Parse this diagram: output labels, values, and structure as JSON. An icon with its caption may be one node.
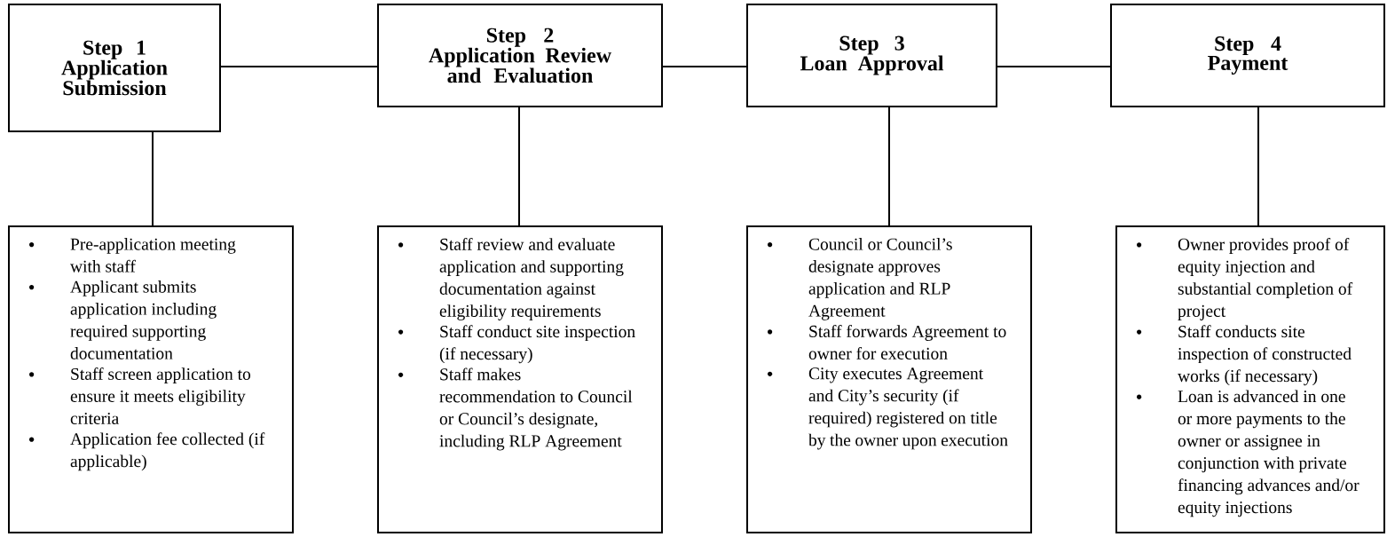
{
  "diagram": {
    "nodes": [
      {
        "text": [
          "Step 1",
          "Application Submission"
        ]
      },
      {
        "text": [
          "Step 2",
          "Application Review and Evaluation"
        ]
      },
      {
        "text": [
          "Step 3",
          "Loan Approval"
        ]
      },
      {
        "text": [
          "Step 4",
          "Payment"
        ]
      },
      {
        "text": [
          "Pre-application meeting with staff",
          "Applicant submits application including required supporting documentation",
          "Staff screen application to ensure it meets eligibility criteria",
          "Application fee collected (if applicable)"
        ]
      },
      {
        "text": [
          "Staff review and evaluate application and supporting documentation against eligibility requirements",
          "Staff conduct site inspection (if necessary)",
          "Staff makes recommendation to Council or Council’s designate, including RLP Agreement"
        ]
      },
      {
        "text": [
          "Council or Council’s designate approves application and RLP Agreement",
          "Staff forwards Agreement to owner for execution",
          "City executes Agreement and City’s security (if required) registered on title by the owner upon execution"
        ]
      },
      {
        "text": [
          "Owner provides proof of equity injection and substantial completion of project",
          "Staff conducts site inspection of constructed works (if necessary)",
          "Loan is  advanced in one or more payments to the owner or assignee in conjunction with private financing advances and/or equity injections"
        ]
      }
    ],
    "edges": [
      {
        "from": 0,
        "to": 1,
        "arrow": "none"
      },
      {
        "from": 1,
        "to": 2,
        "arrow": "none"
      },
      {
        "from": 2,
        "to": 3,
        "arrow": "none"
      },
      {
        "from": 0,
        "to": 4,
        "arrow": "none"
      },
      {
        "from": 1,
        "to": 5,
        "arrow": "none"
      },
      {
        "from": 2,
        "to": 6,
        "arrow": "none"
      },
      {
        "from": 3,
        "to": 7,
        "arrow": "none"
      }
    ]
  }
}
